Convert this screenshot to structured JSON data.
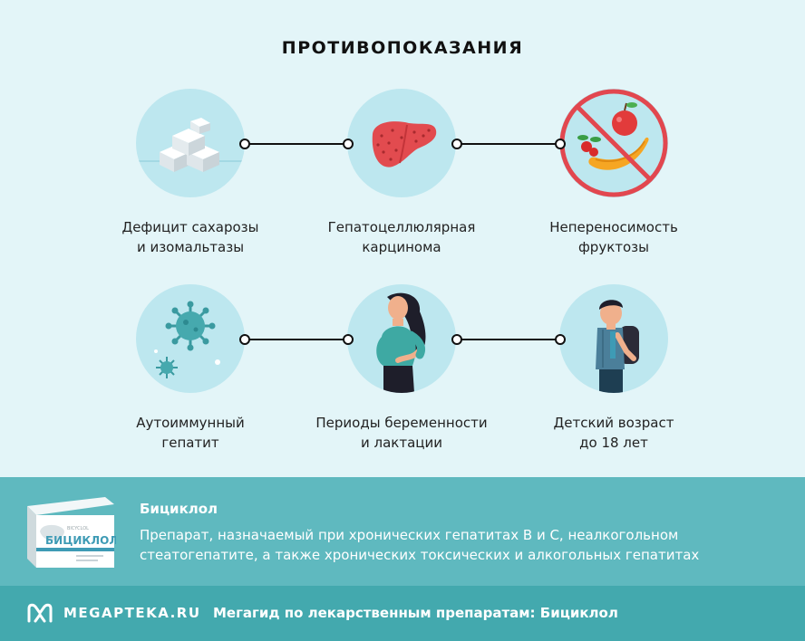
{
  "title": "ПРОТИВОПОКАЗАНИЯ",
  "items": [
    {
      "label": "Дефицит сахарозы\nи изомальтазы",
      "icon": "sugar-cubes-icon"
    },
    {
      "label": "Гепатоцеллюлярная\nкарцинома",
      "icon": "liver-icon"
    },
    {
      "label": "Непереносимость\nфруктозы",
      "icon": "no-fruit-icon"
    },
    {
      "label": "Аутоиммунный\nгепатит",
      "icon": "virus-icon"
    },
    {
      "label": "Периоды беременности\nи лактации",
      "icon": "pregnant-woman-icon"
    },
    {
      "label": "Детский возраст\nдо 18 лет",
      "icon": "child-with-backpack-icon"
    }
  ],
  "product": {
    "name": "Бициклол",
    "box_label": "БИЦИКЛОЛ",
    "description": "Препарат, назначаемый при хронических гепатитах В и С, неалкогольном стеатогепатите, а также хронических токсических и алкогольных гепатитах"
  },
  "footer": {
    "logo": "MEGAPTEKA.RU",
    "text": "Мегагид по лекарственным препаратам: Бициклол"
  },
  "colors": {
    "background": "#e3f5f8",
    "circle": "#bde7ef",
    "band": "#5fb9bf",
    "footer": "#43a9ae"
  }
}
